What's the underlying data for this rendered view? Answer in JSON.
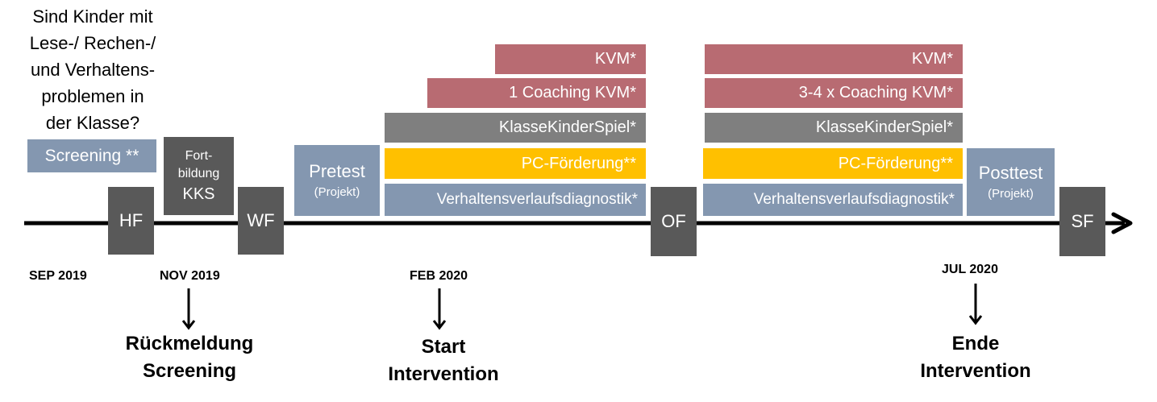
{
  "question": {
    "lines": [
      "Sind Kinder mit",
      "Lese-/ Rechen-/",
      "und Verhaltens-",
      "problemen in",
      "der Klasse?"
    ]
  },
  "boxes": {
    "screening": "Screening **",
    "fortbildung": [
      "Fort-",
      "bildung",
      "KKS"
    ],
    "pretest": "Pretest",
    "pretest_sub": "(Projekt)",
    "posttest": "Posttest",
    "posttest_sub": "(Projekt)"
  },
  "phase1": {
    "kvm": "KVM*",
    "coaching": "1 Coaching KVM*",
    "kks": "KlasseKinderSpiel*",
    "pc": "PC-Förderung**",
    "vvd": "Verhaltensverlaufsdiagnostik*"
  },
  "phase2": {
    "kvm": "KVM*",
    "coaching": "3-4 x Coaching KVM*",
    "kks": "KlasseKinderSpiel*",
    "pc": "PC-Förderung**",
    "vvd": "Verhaltensverlaufsdiagnostik*"
  },
  "markers": {
    "hf": "HF",
    "wf": "WF",
    "of": "OF",
    "sf": "SF"
  },
  "dates": {
    "sep2019": "SEP 2019",
    "nov2019": "NOV 2019",
    "feb2020": "FEB 2020",
    "jul2020": "JUL 2020"
  },
  "milestones": {
    "rueckmeldung": [
      "Rückmeldung",
      "Screening"
    ],
    "start": [
      "Start",
      "Intervention"
    ],
    "ende": [
      "Ende",
      "Intervention"
    ]
  },
  "colors": {
    "red": "#b86b72",
    "grey": "#7f7f7f",
    "yellow": "#ffc000",
    "blue": "#8497b0",
    "marker": "#595959"
  }
}
